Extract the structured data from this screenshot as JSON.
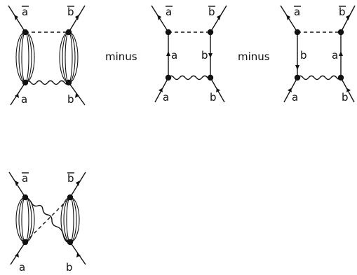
{
  "labels": {
    "a": "a",
    "b": "b",
    "abar": "a",
    "bbar": "b",
    "minus": "minus"
  }
}
